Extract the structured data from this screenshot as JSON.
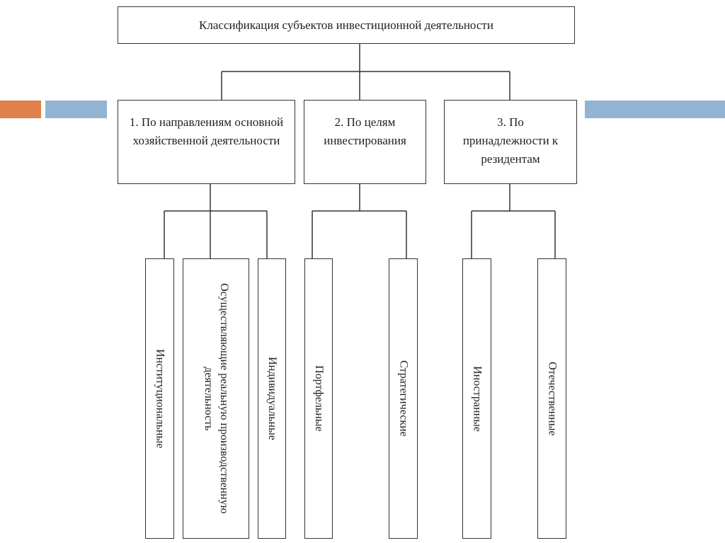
{
  "colors": {
    "accent_orange": "#E0804A",
    "accent_blue": "#93B3D2",
    "line": "#333333"
  },
  "root": {
    "label": "Классификация субъектов инвестиционной деятельности"
  },
  "categories": [
    {
      "label": "1. По направлениям основной хозяйственной деятельности",
      "children": [
        "Институциональные",
        "Осуществляющие реальную производственную деятельность",
        "Индивидуальные"
      ]
    },
    {
      "label": "2. По целям инвестирования",
      "children": [
        "Портфельные",
        "Стратегические"
      ]
    },
    {
      "label": "3. По принадлежности к резидентам",
      "children": [
        "Иностранные",
        "Отечественные"
      ]
    }
  ]
}
